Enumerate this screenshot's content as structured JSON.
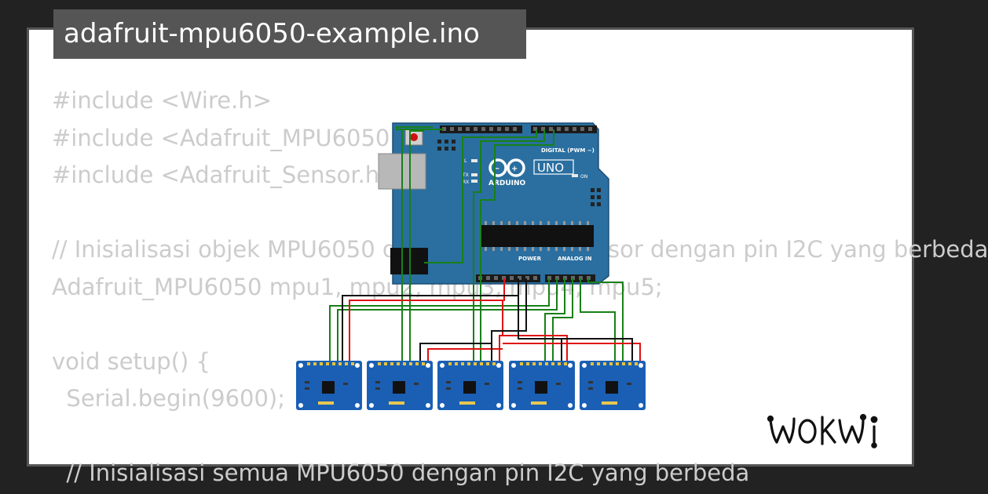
{
  "title": "adafruit-mpu6050-example.ino",
  "code_lines": [
    "#include <Wire.h>",
    "#include <Adafruit_MPU6050.h>",
    "#include <Adafruit_Sensor.h>",
    "",
    "// Inisialisasi objek MPU6050 dan hubungkan sensor dengan pin I2C yang berbeda",
    "Adafruit_MPU6050 mpu1, mpu2, mpu3, mpu4, mpu5;",
    "",
    "void setup() {",
    "  Serial.begin(9600);",
    "",
    "  // Inisialisasi semua MPU6050 dengan pin I2C yang berbeda"
  ],
  "board": {
    "brand_text": "ARDUINO",
    "model_text": "UNO",
    "digital_header_label": "DIGITAL (PWM ~)",
    "power_label": "POWER",
    "analog_label": "ANALOG IN",
    "on_label": "ON",
    "l_label": "L",
    "tx_label": "TX",
    "rx_label": "RX"
  },
  "sensor_count": 5,
  "brand_logo": "WOKWI",
  "colors": {
    "page_bg": "#222222",
    "card_border": "#555555",
    "code_text": "#cccccc",
    "board_blue": "#2a6fa0",
    "sensor_blue": "#1a5fb4",
    "wire_green": "#188018",
    "wire_red": "#e01010",
    "wire_black": "#111111"
  }
}
